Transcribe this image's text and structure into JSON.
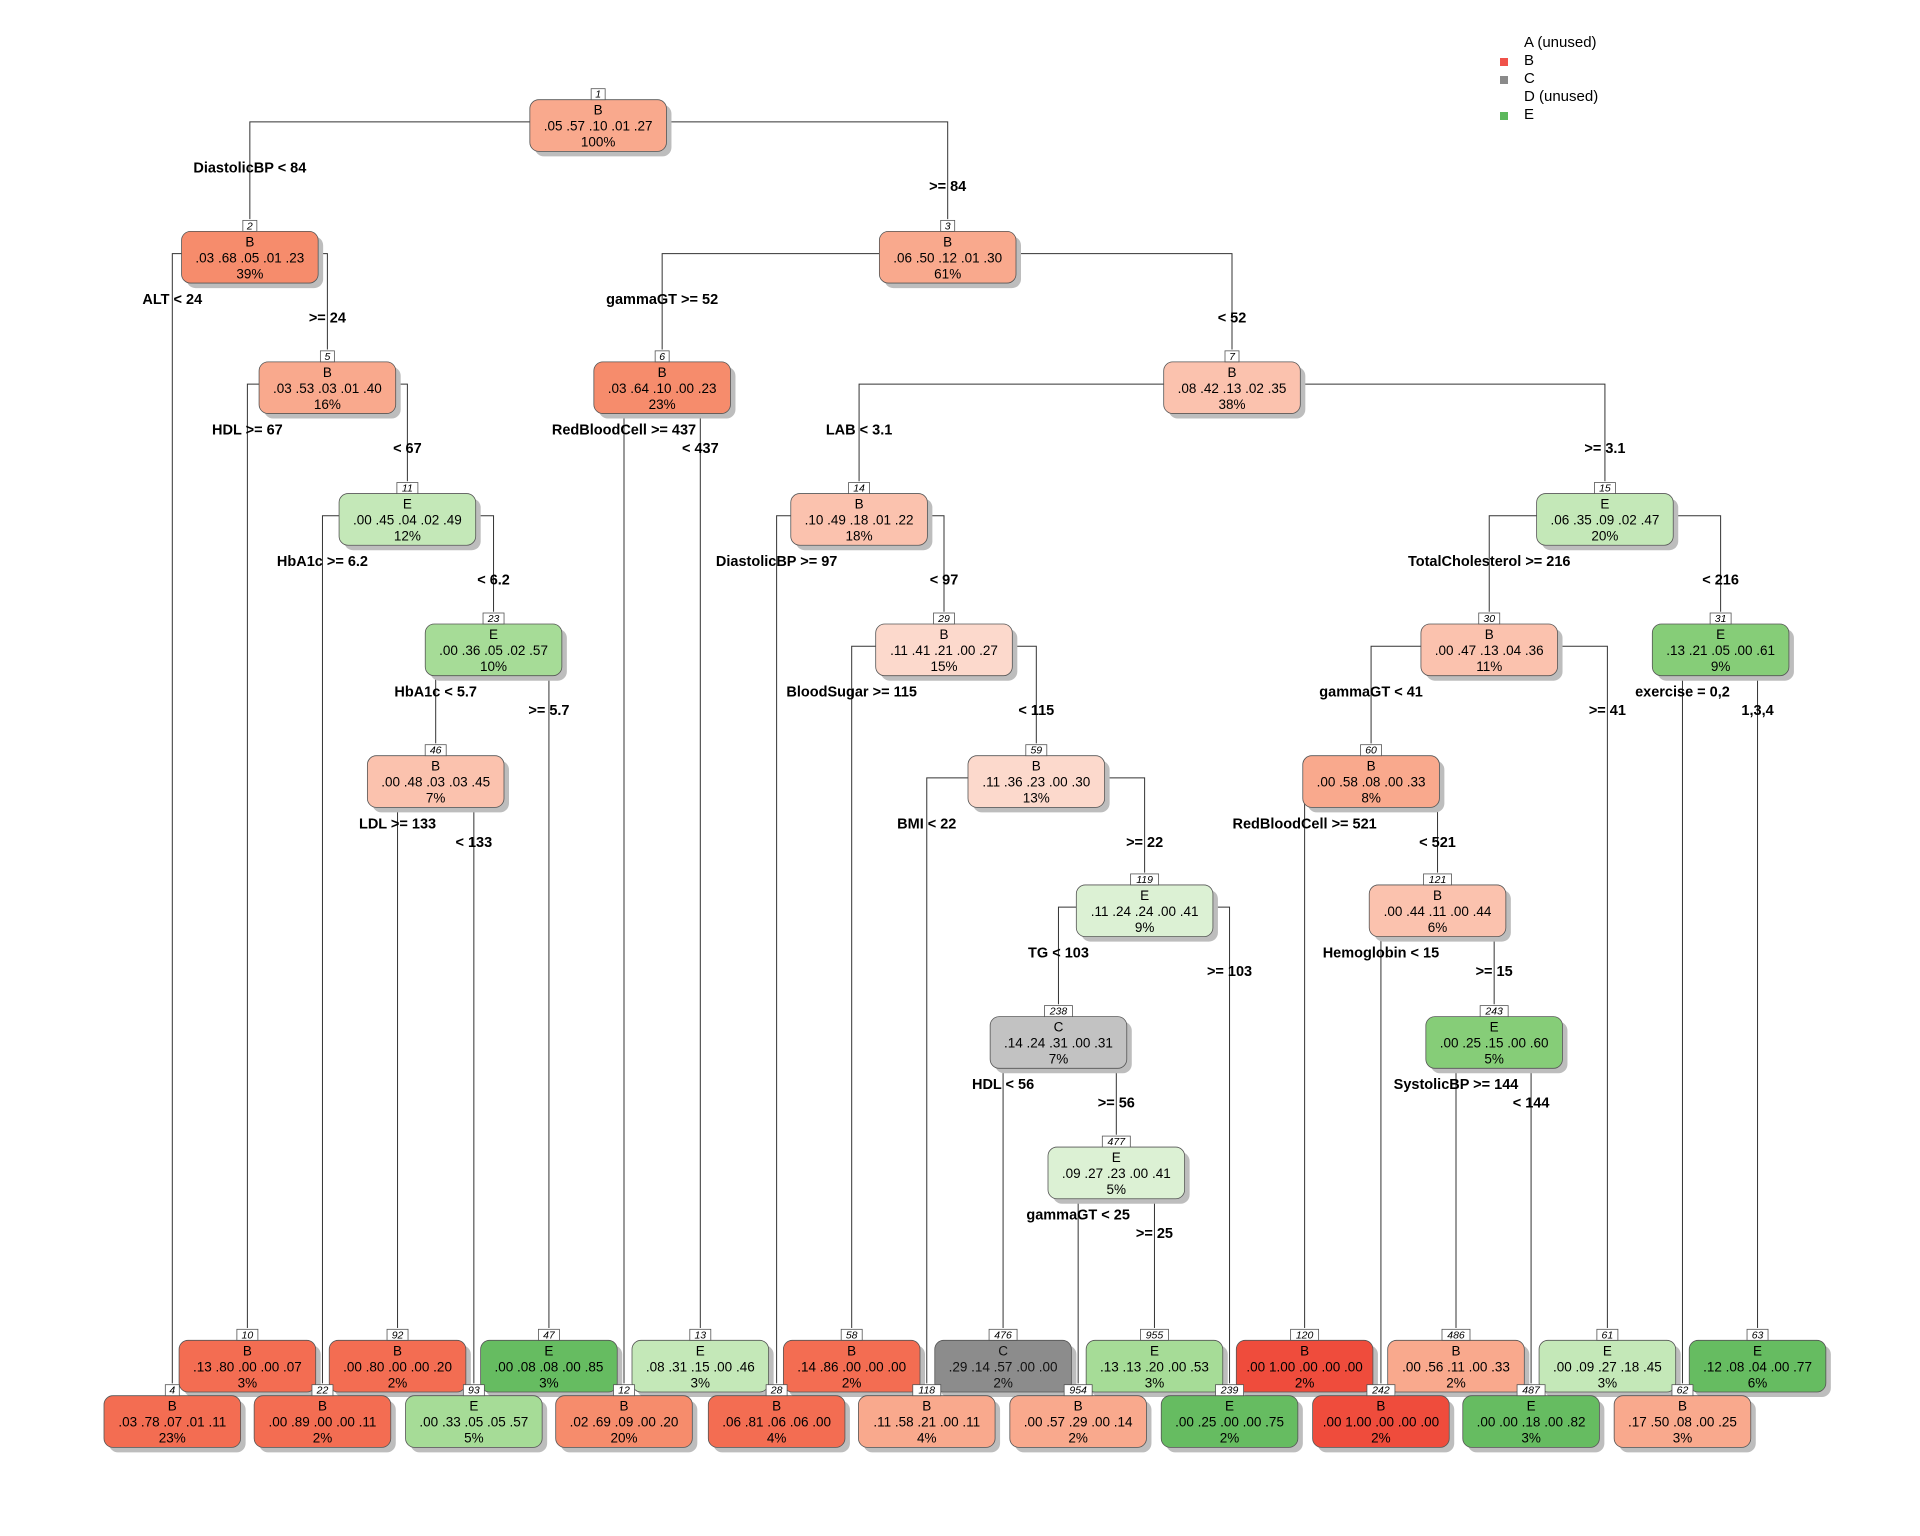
{
  "legend": [
    {
      "label": "A (unused)",
      "color": null
    },
    {
      "label": "B",
      "color": "#f0524a"
    },
    {
      "label": "C",
      "color": "#8a8a8a"
    },
    {
      "label": "D (unused)",
      "color": null
    },
    {
      "label": "E",
      "color": "#5cb85c"
    }
  ],
  "nodes": [
    {
      "id": "1",
      "cls": "B",
      "probs": ".05 .57 .10 .01 .27",
      "pct": "100%"
    },
    {
      "id": "2",
      "cls": "B",
      "probs": ".03 .68 .05 .01 .23",
      "pct": "39%"
    },
    {
      "id": "3",
      "cls": "B",
      "probs": ".06 .50 .12 .01 .30",
      "pct": "61%"
    },
    {
      "id": "5",
      "cls": "B",
      "probs": ".03 .53 .03 .01 .40",
      "pct": "16%"
    },
    {
      "id": "6",
      "cls": "B",
      "probs": ".03 .64 .10 .00 .23",
      "pct": "23%"
    },
    {
      "id": "7",
      "cls": "B",
      "probs": ".08 .42 .13 .02 .35",
      "pct": "38%"
    },
    {
      "id": "11",
      "cls": "E",
      "probs": ".00 .45 .04 .02 .49",
      "pct": "12%"
    },
    {
      "id": "14",
      "cls": "B",
      "probs": ".10 .49 .18 .01 .22",
      "pct": "18%"
    },
    {
      "id": "15",
      "cls": "E",
      "probs": ".06 .35 .09 .02 .47",
      "pct": "20%"
    },
    {
      "id": "23",
      "cls": "E",
      "probs": ".00 .36 .05 .02 .57",
      "pct": "10%"
    },
    {
      "id": "29",
      "cls": "B",
      "probs": ".11 .41 .21 .00 .27",
      "pct": "15%"
    },
    {
      "id": "30",
      "cls": "B",
      "probs": ".00 .47 .13 .04 .36",
      "pct": "11%"
    },
    {
      "id": "31",
      "cls": "E",
      "probs": ".13 .21 .05 .00 .61",
      "pct": "9%"
    },
    {
      "id": "46",
      "cls": "B",
      "probs": ".00 .48 .03 .03 .45",
      "pct": "7%"
    },
    {
      "id": "59",
      "cls": "B",
      "probs": ".11 .36 .23 .00 .30",
      "pct": "13%"
    },
    {
      "id": "60",
      "cls": "B",
      "probs": ".00 .58 .08 .00 .33",
      "pct": "8%"
    },
    {
      "id": "119",
      "cls": "E",
      "probs": ".11 .24 .24 .00 .41",
      "pct": "9%"
    },
    {
      "id": "121",
      "cls": "B",
      "probs": ".00 .44 .11 .00 .44",
      "pct": "6%"
    },
    {
      "id": "238",
      "cls": "C",
      "probs": ".14 .24 .31 .00 .31",
      "pct": "7%"
    },
    {
      "id": "243",
      "cls": "E",
      "probs": ".00 .25 .15 .00 .60",
      "pct": "5%"
    },
    {
      "id": "477",
      "cls": "E",
      "probs": ".09 .27 .23 .00 .41",
      "pct": "5%"
    },
    {
      "id": "10",
      "cls": "B",
      "probs": ".13 .80 .00 .00 .07",
      "pct": "3%"
    },
    {
      "id": "92",
      "cls": "B",
      "probs": ".00 .80 .00 .00 .20",
      "pct": "2%"
    },
    {
      "id": "47",
      "cls": "E",
      "probs": ".00 .08 .08 .00 .85",
      "pct": "3%"
    },
    {
      "id": "13",
      "cls": "E",
      "probs": ".08 .31 .15 .00 .46",
      "pct": "3%"
    },
    {
      "id": "58",
      "cls": "B",
      "probs": ".14 .86 .00 .00 .00",
      "pct": "2%"
    },
    {
      "id": "476",
      "cls": "C",
      "probs": ".29 .14 .57 .00 .00",
      "pct": "2%"
    },
    {
      "id": "955",
      "cls": "E",
      "probs": ".13 .13 .20 .00 .53",
      "pct": "3%"
    },
    {
      "id": "120",
      "cls": "B",
      "probs": ".00 1.00 .00 .00 .00",
      "pct": "2%"
    },
    {
      "id": "486",
      "cls": "B",
      "probs": ".00 .56 .11 .00 .33",
      "pct": "2%"
    },
    {
      "id": "61",
      "cls": "E",
      "probs": ".00 .09 .27 .18 .45",
      "pct": "3%"
    },
    {
      "id": "63",
      "cls": "E",
      "probs": ".12 .08 .04 .00 .77",
      "pct": "6%"
    },
    {
      "id": "4",
      "cls": "B",
      "probs": ".03 .78 .07 .01 .11",
      "pct": "23%"
    },
    {
      "id": "22",
      "cls": "B",
      "probs": ".00 .89 .00 .00 .11",
      "pct": "2%"
    },
    {
      "id": "93",
      "cls": "E",
      "probs": ".00 .33 .05 .05 .57",
      "pct": "5%"
    },
    {
      "id": "12",
      "cls": "B",
      "probs": ".02 .69 .09 .00 .20",
      "pct": "20%"
    },
    {
      "id": "28",
      "cls": "B",
      "probs": ".06 .81 .06 .06 .00",
      "pct": "4%"
    },
    {
      "id": "118",
      "cls": "B",
      "probs": ".11 .58 .21 .00 .11",
      "pct": "4%"
    },
    {
      "id": "954",
      "cls": "B",
      "probs": ".00 .57 .29 .00 .14",
      "pct": "2%"
    },
    {
      "id": "239",
      "cls": "E",
      "probs": ".00 .25 .00 .00 .75",
      "pct": "2%"
    },
    {
      "id": "242",
      "cls": "B",
      "probs": ".00 1.00 .00 .00 .00",
      "pct": "2%"
    },
    {
      "id": "487",
      "cls": "E",
      "probs": ".00 .00 .18 .00 .82",
      "pct": "3%"
    },
    {
      "id": "62",
      "cls": "B",
      "probs": ".17 .50 .08 .00 .25",
      "pct": "3%"
    }
  ],
  "splits": [
    {
      "node": "1",
      "left": "DiastolicBP < 84",
      "right": ">= 84"
    },
    {
      "node": "2",
      "left": "ALT < 24",
      "right": ">= 24"
    },
    {
      "node": "3",
      "left": "gammaGT >= 52",
      "right": "< 52"
    },
    {
      "node": "5",
      "left": "HDL >= 67",
      "right": "< 67"
    },
    {
      "node": "6",
      "left": "RedBloodCell >= 437",
      "right": "< 437"
    },
    {
      "node": "7",
      "left": "LAB < 3.1",
      "right": ">= 3.1"
    },
    {
      "node": "11",
      "left": "HbA1c >= 6.2",
      "right": "< 6.2"
    },
    {
      "node": "14",
      "left": "DiastolicBP >= 97",
      "right": "< 97"
    },
    {
      "node": "15",
      "left": "TotalCholesterol >= 216",
      "right": "< 216"
    },
    {
      "node": "23",
      "left": "HbA1c < 5.7",
      "right": ">= 5.7"
    },
    {
      "node": "29",
      "left": "BloodSugar >= 115",
      "right": "< 115"
    },
    {
      "node": "30",
      "left": "gammaGT < 41",
      "right": ">= 41"
    },
    {
      "node": "31",
      "left": "exercise = 0,2",
      "right": "1,3,4"
    },
    {
      "node": "46",
      "left": "LDL >= 133",
      "right": "< 133"
    },
    {
      "node": "59",
      "left": "BMI < 22",
      "right": ">= 22"
    },
    {
      "node": "60",
      "left": "RedBloodCell >= 521",
      "right": "< 521"
    },
    {
      "node": "119",
      "left": "TG < 103",
      "right": ">= 103"
    },
    {
      "node": "121",
      "left": "Hemoglobin < 15",
      "right": ">= 15"
    },
    {
      "node": "238",
      "left": "HDL < 56",
      "right": ">= 56"
    },
    {
      "node": "243",
      "left": "SystolicBP >= 144",
      "right": "< 144"
    },
    {
      "node": "477",
      "left": "gammaGT < 25",
      "right": ">= 25"
    }
  ],
  "colors": {
    "B": [
      "#fcd9cc",
      "#fbc2ae",
      "#f9a98d",
      "#f68c6c",
      "#f36d52",
      "#ef4c3c"
    ],
    "E": [
      "#dcf1d4",
      "#c4e8b8",
      "#a6dc97",
      "#86cd78",
      "#66bc61"
    ],
    "C": [
      "#c2c2c2",
      "#8c8c8c"
    ]
  }
}
